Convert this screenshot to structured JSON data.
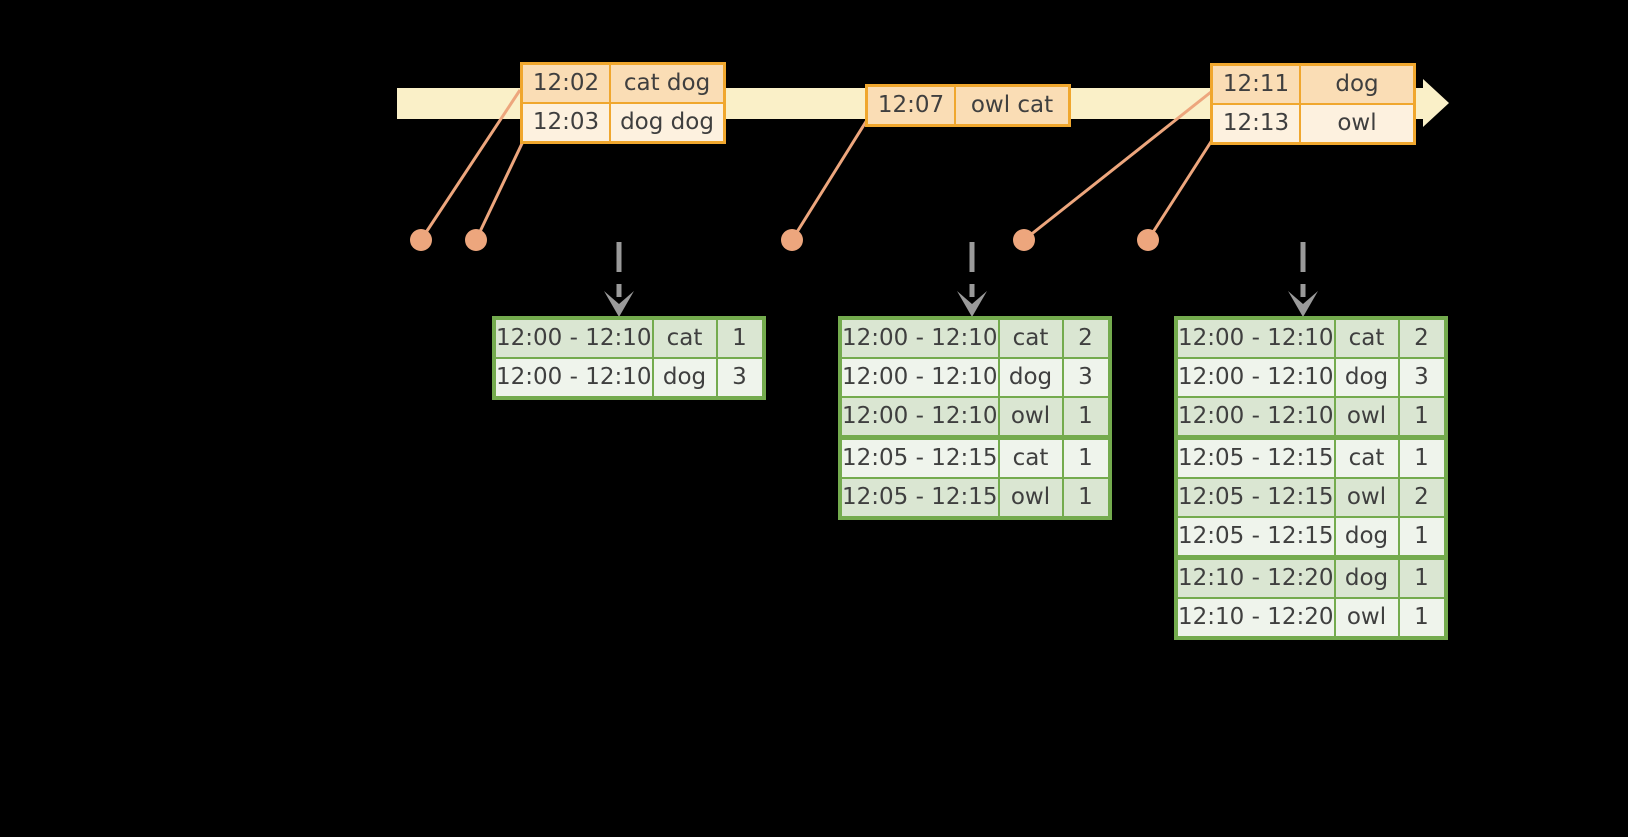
{
  "colors": {
    "background": "#000000",
    "timeline_fill": "#FAF0C8",
    "event_border": "#F0A72E",
    "event_row_dark": "#FADDB5",
    "event_row_light": "#FDF1DF",
    "green_border": "#74AB4E",
    "green_row_dark": "#DAE6D2",
    "green_row_light": "#EFF4EC",
    "connector": "#EDA67D",
    "arrow_gray": "#9A9A9A",
    "text": "#3F3F3F"
  },
  "timeline": {
    "event_tables": [
      {
        "rows": [
          [
            "12:02",
            "cat dog"
          ],
          [
            "12:03",
            "dog dog"
          ]
        ]
      },
      {
        "rows": [
          [
            "12:07",
            "owl cat"
          ]
        ]
      },
      {
        "rows": [
          [
            "12:11",
            "dog"
          ],
          [
            "12:13",
            "owl"
          ]
        ]
      }
    ]
  },
  "result_tables": [
    {
      "rows": [
        [
          "12:00 - 12:10",
          "cat",
          "1"
        ],
        [
          "12:00 - 12:10",
          "dog",
          "3"
        ]
      ]
    },
    {
      "rows": [
        [
          "12:00 - 12:10",
          "cat",
          "2"
        ],
        [
          "12:00 - 12:10",
          "dog",
          "3"
        ],
        [
          "12:00 - 12:10",
          "owl",
          "1"
        ],
        [
          "12:05 - 12:15",
          "cat",
          "1"
        ],
        [
          "12:05 - 12:15",
          "owl",
          "1"
        ]
      ]
    },
    {
      "rows": [
        [
          "12:00 - 12:10",
          "cat",
          "2"
        ],
        [
          "12:00 - 12:10",
          "dog",
          "3"
        ],
        [
          "12:00 - 12:10",
          "owl",
          "1"
        ],
        [
          "12:05 - 12:15",
          "cat",
          "1"
        ],
        [
          "12:05 - 12:15",
          "owl",
          "2"
        ],
        [
          "12:05 - 12:15",
          "dog",
          "1"
        ],
        [
          "12:10 - 12:20",
          "dog",
          "1"
        ],
        [
          "12:10 - 12:20",
          "owl",
          "1"
        ]
      ]
    }
  ]
}
